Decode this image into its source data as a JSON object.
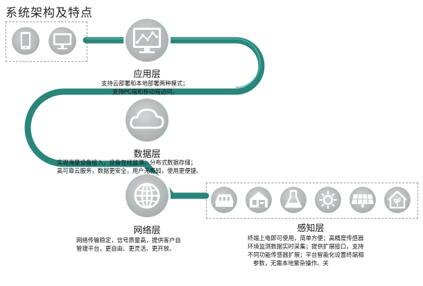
{
  "title": "系统架构及特点",
  "colors": {
    "teal": "#2e8d83",
    "teal_dark": "#23706a",
    "node_fill": "#b9bdbd",
    "icon_fill": "#c3c7c7"
  },
  "devices": [
    "mobile-phone-icon",
    "monitor-icon"
  ],
  "layers": [
    {
      "name": "应用层",
      "icon": "analytics-monitor-icon",
      "desc": [
        "支持云部署和本地部署两种模式；",
        "支持PC端和移动端访问。"
      ]
    },
    {
      "name": "数据层",
      "icon": "cloud-icon",
      "desc": [
        "实现海量设备接入，设备在线监测，分布式数据存储；",
        "高可靠云服务，数据更安全，用户无感知，使用更便捷。"
      ]
    },
    {
      "name": "网络层",
      "icon": "globe-network-icon",
      "desc": [
        "网络传输稳定，信号质量高，提供客户自",
        "管理平台，更自由、更灵活、更开放。"
      ]
    },
    {
      "name": "感知层",
      "desc": [
        "终端上电即可使用，简单方便；高精度传感器",
        "环境监测数据实时采集；提供扩展接口，支持",
        "不同功能传感器扩展；平台智能化设置终端相",
        "参数，无需本地繁杂操作。关"
      ]
    }
  ],
  "sensor_icons": [
    "barn-icon",
    "greenhouse-shed-icon",
    "lab-flask-icon",
    "sun-sensor-icon",
    "solar-panel-icon",
    "smart-home-icon"
  ]
}
